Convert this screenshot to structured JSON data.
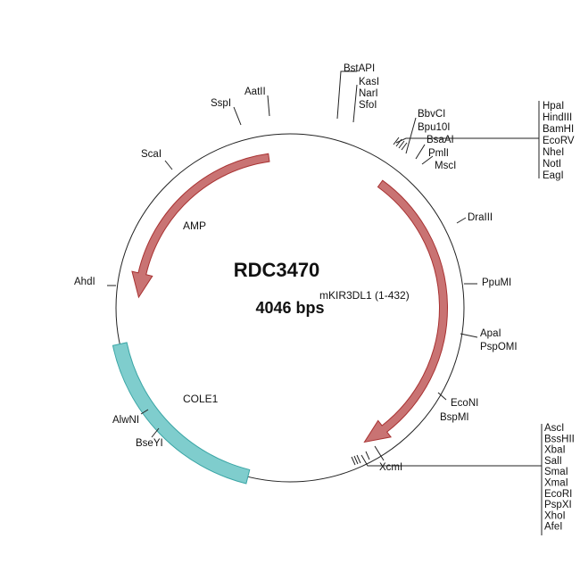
{
  "plasmid": {
    "name": "RDC3470",
    "size_label": "4046 bps"
  },
  "colors": {
    "cds": "#c97373",
    "cds_stroke": "#a83232",
    "origin": "#7fcdcd",
    "origin_stroke": "#3aa5a5"
  },
  "features": {
    "amp": "AMP",
    "insert": "mKIR3DL1 (1-432)",
    "ori": "COLE1"
  },
  "sites": {
    "bstapi": "BstAPI",
    "kasi_group": [
      "KasI",
      "NarI",
      "SfoI"
    ],
    "sspi": "SspI",
    "aatii": "AatII",
    "scai": "ScaI",
    "bbvci": "BbvCI",
    "bpu10i": "Bpu10I",
    "bsaai": "BsaAI",
    "pmli": "PmlI",
    "msci": "MscI",
    "mcs1": [
      "HpaI",
      "HindIII",
      "BamHI",
      "EcoRV",
      "NheI",
      "NotI",
      "EagI"
    ],
    "draiii": "DraIII",
    "ahdi": "AhdI",
    "ppumi": "PpuMI",
    "apai": "ApaI",
    "pspomi": "PspOMI",
    "econi": "EcoNI",
    "bspmi": "BspMI",
    "alwni": "AlwNI",
    "bseyi": "BseYI",
    "xcmi": "XcmI",
    "mcs2": [
      "AscI",
      "BssHII",
      "XbaI",
      "SalI",
      "SmaI",
      "XmaI",
      "EcoRI",
      "PspXI",
      "XhoI",
      "AfeI"
    ]
  }
}
